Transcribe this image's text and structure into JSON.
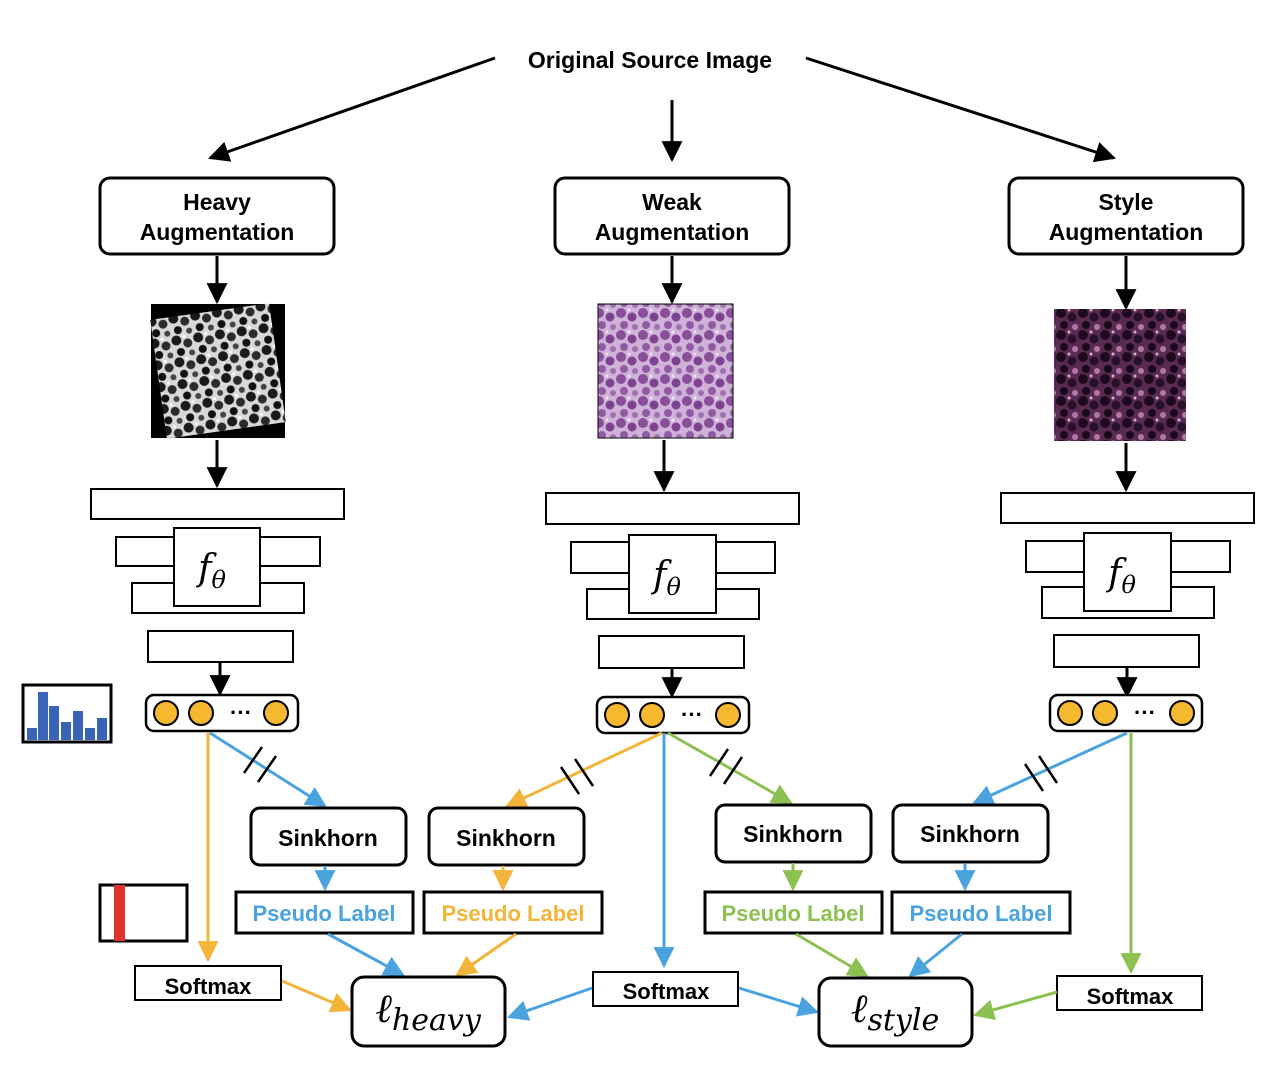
{
  "title": "Original Source Image",
  "branches": [
    {
      "line1": "Heavy",
      "line2": "Augmentation",
      "func": "f",
      "func_sub": "θ"
    },
    {
      "line1": "Weak",
      "line2": "Augmentation",
      "func": "f",
      "func_sub": "θ"
    },
    {
      "line1": "Style",
      "line2": "Augmentation",
      "func": "f",
      "func_sub": "θ"
    }
  ],
  "ellipsis": "···",
  "sinkhorn_labels": [
    "Sinkhorn",
    "Sinkhorn",
    "Sinkhorn",
    "Sinkhorn"
  ],
  "pseudo_labels": [
    "Pseudo Label",
    "Pseudo Label",
    "Pseudo Label",
    "Pseudo Label"
  ],
  "softmax_labels": [
    "Softmax",
    "Softmax",
    "Softmax"
  ],
  "losses": [
    {
      "symbol": "ℓ",
      "sub": "heavy"
    },
    {
      "symbol": "ℓ",
      "sub": "style"
    }
  ],
  "colors": {
    "blue": "#4AA3DF",
    "orange": "#F2B53A",
    "green": "#8CC152",
    "node_fill": "#F5B82E",
    "histogram": "#3A64B8",
    "marker_red": "#E0332B",
    "heavy_tile": "#9A9A9A",
    "weak_tile": "#B58CC0",
    "style_tile": "#3E1838"
  },
  "icons": [
    "histogram-icon",
    "one-hot-icon",
    "double-slash-icon"
  ]
}
